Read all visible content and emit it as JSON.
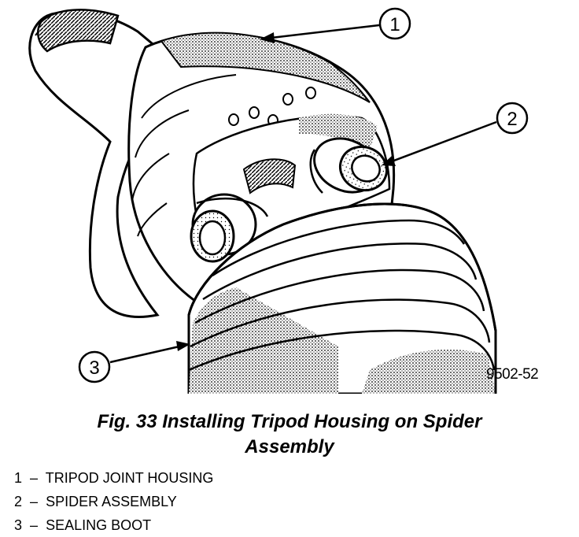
{
  "figure": {
    "callouts": [
      {
        "number": "1"
      },
      {
        "number": "2"
      },
      {
        "number": "3"
      }
    ],
    "figure_id": "9502-52"
  },
  "caption": {
    "line1": "Fig. 33 Installing Tripod Housing on Spider",
    "line2": "Assembly"
  },
  "legend": [
    {
      "number": "1",
      "separator": "–",
      "text": "TRIPOD JOINT HOUSING"
    },
    {
      "number": "2",
      "separator": "–",
      "text": "SPIDER ASSEMBLY"
    },
    {
      "number": "3",
      "separator": "–",
      "text": "SEALING BOOT"
    }
  ]
}
